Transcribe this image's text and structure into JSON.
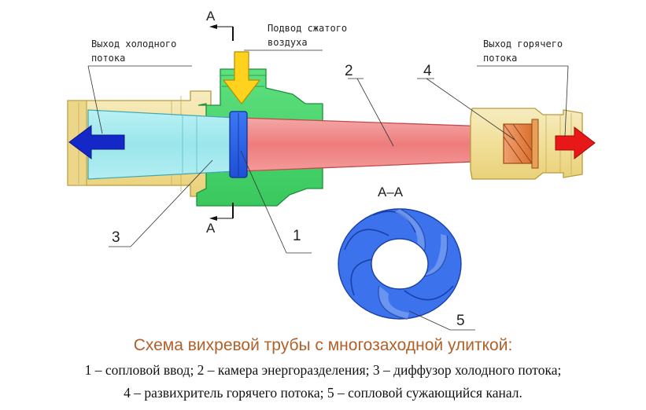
{
  "diagram": {
    "section_marks": {
      "top": "A",
      "bottom": "A"
    },
    "labels": {
      "cold_outlet": [
        "Выход холодного",
        "потока"
      ],
      "air_inlet": [
        "Подвод сжатого",
        "воздуха"
      ],
      "hot_outlet": [
        "Выход горячего",
        "потока"
      ]
    },
    "numbers": {
      "n1": "1",
      "n2": "2",
      "n3": "3",
      "n4": "4",
      "n5": "5"
    },
    "section_view_title": "A–A",
    "colors": {
      "brass": "#f2e3a6",
      "brass_edge": "#b99a3a",
      "green_body": "#47d66e",
      "cold_diffuser": "#9ee8ee",
      "hot_chamber": "#f08282",
      "nozzle_blue": "#2a62ea",
      "swirler_orange": "#e5894a",
      "cold_arrow": "#1428c8",
      "hot_arrow": "#e81818",
      "inlet_arrow": "#ffd21e"
    }
  },
  "caption": {
    "title": "Схема вихревой трубы с многозаходной улиткой:",
    "line1": "1 – сопловой ввод; 2 – камера энергоразделения; 3 – диффузор холодного потока;",
    "line2": "4 – развихритель горячего потока; 5 – сопловой сужающийся канал."
  }
}
